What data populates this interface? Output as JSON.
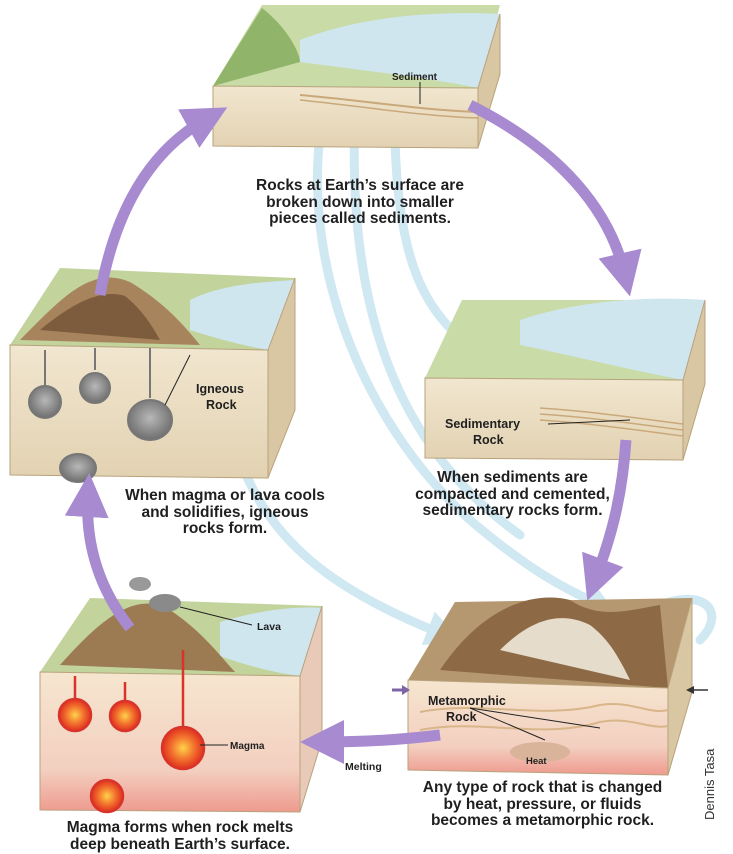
{
  "labels": {
    "sediment": "Sediment",
    "igneous_rock": [
      "Igneous",
      "Rock"
    ],
    "sedimentary_rock": [
      "Sedimentary",
      "Rock"
    ],
    "metamorphic_rock": [
      "Metamorphic",
      "Rock"
    ],
    "lava": "Lava",
    "magma": "Magma",
    "heat": "Heat",
    "melting": "Melting"
  },
  "captions": {
    "top": [
      "Rocks at Earth’s surface are",
      "broken down into smaller",
      "pieces called sediments."
    ],
    "right": [
      "When sediments are",
      "compacted and cemented,",
      "sedimentary rocks form."
    ],
    "left": [
      "When magma or lava cools",
      "and solidifies, igneous",
      "rocks form."
    ],
    "bottom_right": [
      "Any type of rock that is changed",
      "by heat, pressure, or fluids",
      "becomes a metamorphic rock."
    ],
    "bottom_left": [
      "Magma forms when rock melts",
      "deep beneath Earth’s surface."
    ]
  },
  "credit": "Dennis Tasa",
  "colors": {
    "cycle_arrow": "#a88ad0",
    "light_arrow": "#cfe8f2",
    "block_side": "#eadcc2",
    "water": "#cfe6ef",
    "magma": "#e8452a",
    "igneous_intrusion": "#8a8a8a"
  }
}
